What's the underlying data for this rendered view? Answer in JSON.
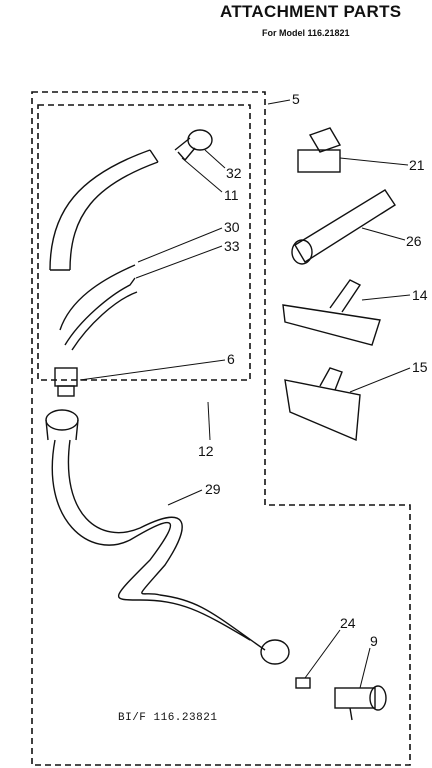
{
  "header": {
    "title": "ATTACHMENT PARTS",
    "subtitle": "For Model 116.21821"
  },
  "footer": {
    "code": "BI/F 116.23821"
  },
  "callouts": {
    "c5": "5",
    "c32": "32",
    "c11": "11",
    "c30": "30",
    "c33": "33",
    "c6": "6",
    "c12": "12",
    "c29": "29",
    "c21": "21",
    "c26": "26",
    "c14": "14",
    "c15": "15",
    "c24": "24",
    "c9": "9"
  }
}
